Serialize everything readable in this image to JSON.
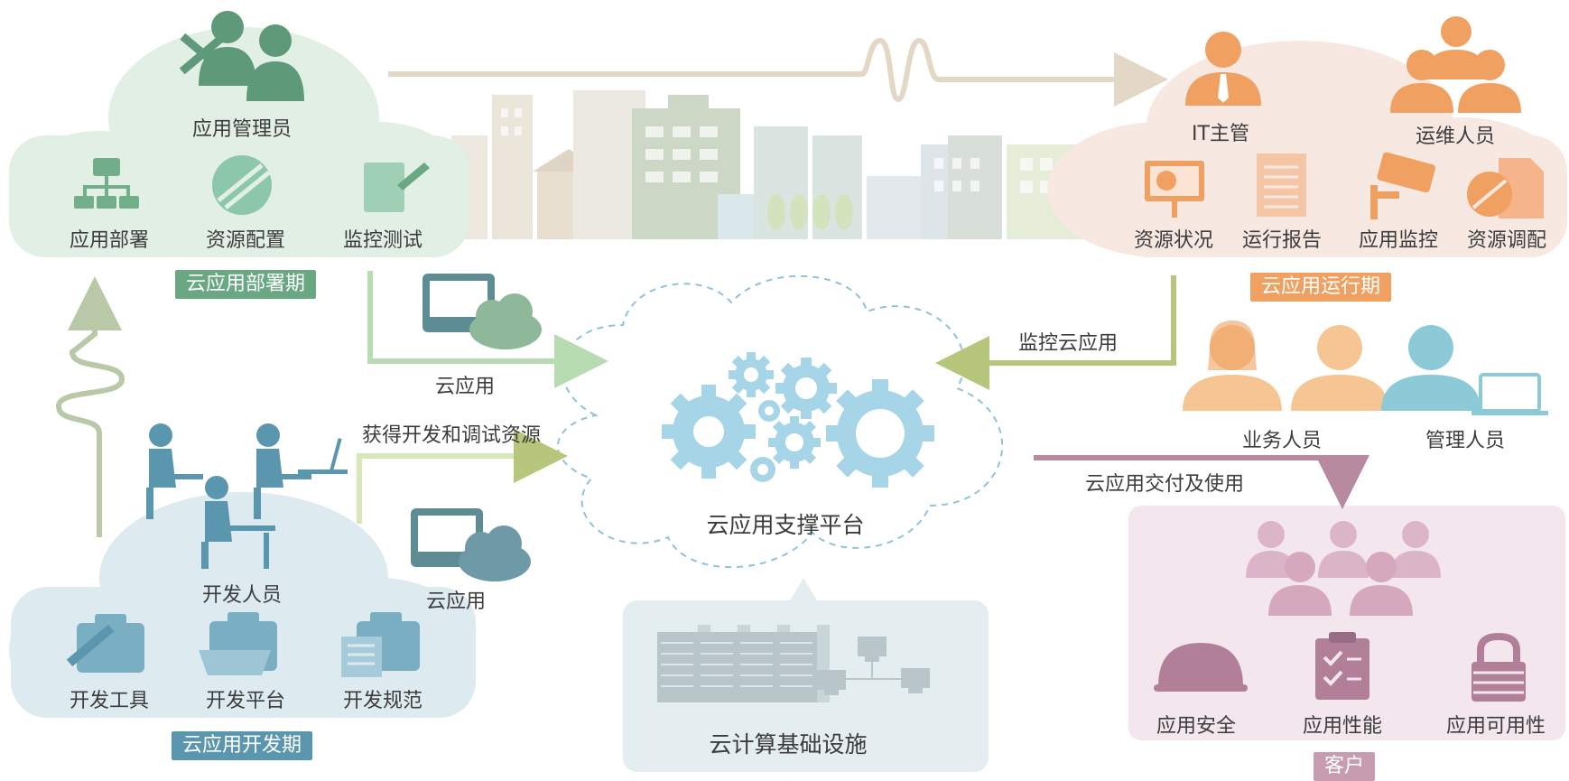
{
  "dev": {
    "phase": "云应用开发期",
    "role": "开发人员",
    "items": [
      "开发工具",
      "开发平台",
      "开发规范"
    ]
  },
  "deploy": {
    "phase": "云应用部署期",
    "role": "应用管理员",
    "items": [
      "应用部署",
      "资源配置",
      "监控测试"
    ]
  },
  "run": {
    "phase": "云应用运行期",
    "roles": [
      "IT主管",
      "运维人员"
    ],
    "items": [
      "资源状况",
      "运行报告",
      "应用监控",
      "资源调配"
    ]
  },
  "center": {
    "platform": "云应用支撑平台",
    "infra": "云计算基础设施"
  },
  "flows": {
    "get_resources": "获得开发和调试资源",
    "cloud_app": "云应用",
    "monitor": "监控云应用",
    "deliver": "云应用交付及使用"
  },
  "users": {
    "business": "业务人员",
    "admin": "管理人员"
  },
  "customer": {
    "label": "客户",
    "items": [
      "应用安全",
      "应用性能",
      "应用可用性"
    ]
  },
  "colors": {
    "dev": "#5a96ae",
    "deploy": "#6aa884",
    "run": "#f0a060",
    "customer": "#c89cb0",
    "gear": "#a7d5e8"
  }
}
